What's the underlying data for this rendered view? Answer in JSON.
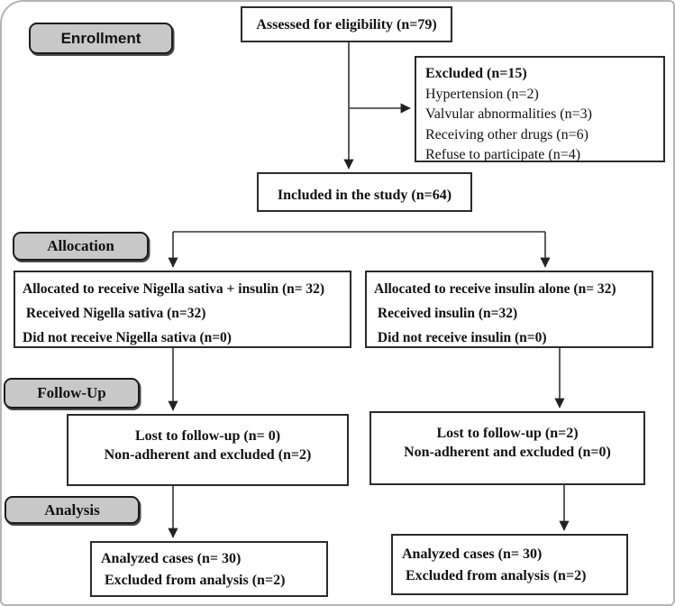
{
  "diagram": {
    "type": "consort-flow",
    "stages": {
      "enrollment": {
        "label": "Enrollment"
      },
      "allocation": {
        "label": "Allocation"
      },
      "follow_up": {
        "label": "Follow-Up"
      },
      "analysis": {
        "label": "Analysis"
      }
    },
    "boxes": {
      "assessed": {
        "line1": "Assessed for eligibility (n=79)"
      },
      "excluded": {
        "line1": "Excluded (n=15)",
        "line2": "Hypertension (n=2)",
        "line3": "Valvular abnormalities (n=3)",
        "line4": "Receiving other drugs (n=6)",
        "line5": "Refuse to participate (n=4)"
      },
      "included": {
        "line1": "Included in the study (n=64)"
      },
      "alloc_left": {
        "line1": "Allocated to receive Nigella sativa + insulin (n= 32)",
        "line2": " Received Nigella sativa (n=32)",
        "line3": "Did not receive Nigella sativa (n=0)"
      },
      "alloc_right": {
        "line1": "Allocated to receive insulin alone (n= 32)",
        "line2": " Received insulin (n=32)",
        "line3": " Did not receive insulin (n=0)"
      },
      "fu_left": {
        "line1": "Lost to follow-up (n= 0)",
        "line2": "Non-adherent and excluded (n=2)"
      },
      "fu_right": {
        "line1": "Lost to follow-up (n=2)",
        "line2": "Non-adherent and excluded (n=0)"
      },
      "an_left": {
        "line1": "Analyzed cases (n= 30)",
        "line2": " Excluded from analysis (n=2)"
      },
      "an_right": {
        "line1": "Analyzed cases (n= 30)",
        "line2": " Excluded from analysis (n=2)"
      }
    },
    "colors": {
      "stage_label_fill": "#c8c8c8",
      "stage_label_border": "#1c1c1c",
      "box_border": "#2b2b2b",
      "arrow": "#333333",
      "figure_border": "#b5b5b5"
    }
  }
}
